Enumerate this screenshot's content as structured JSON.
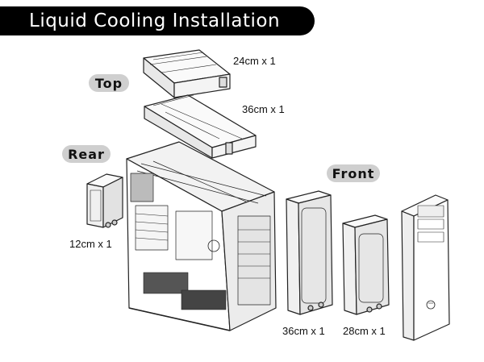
{
  "title": "Liquid Cooling Installation",
  "sections": {
    "top": "Top",
    "rear": "Rear",
    "front": "Front"
  },
  "sizes": {
    "top_small": "24cm x 1",
    "top_large": "36cm x 1",
    "rear": "12cm x 1",
    "front_left": "36cm x 1",
    "front_right": "28cm x 1"
  },
  "colors": {
    "title_bar": "#000000",
    "pill": "#cfcfcf"
  }
}
